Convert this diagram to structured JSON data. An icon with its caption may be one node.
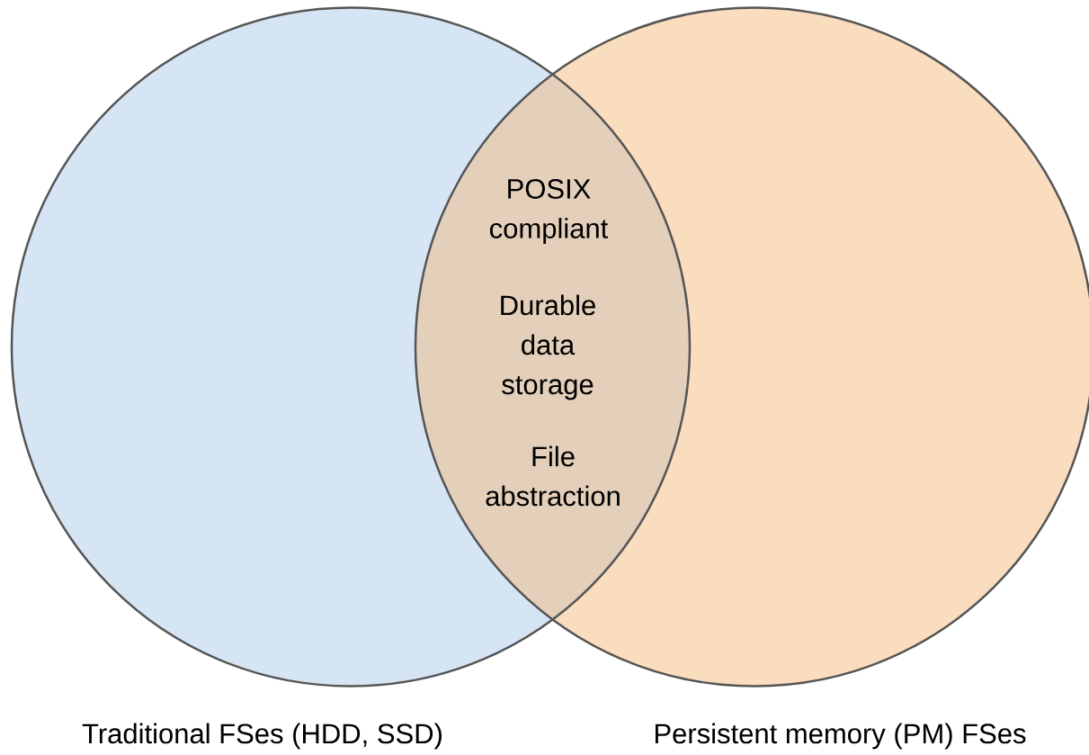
{
  "diagram": {
    "nodes": [
      {
        "text": [
          "Traditional FSes (HDD, SSD)"
        ]
      },
      {
        "text": [
          "Persistent memory (PM) FSes"
        ]
      }
    ],
    "labels": [
      "POSIX compliant",
      "Durable data storage",
      "File abstraction"
    ]
  }
}
